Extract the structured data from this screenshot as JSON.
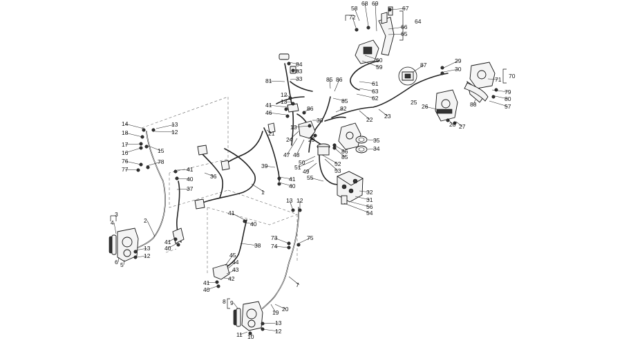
{
  "diagram": {
    "type": "exploded-parts-diagram",
    "callouts": [
      {
        "id": "c58",
        "label": "58"
      },
      {
        "id": "c68",
        "label": "68"
      },
      {
        "id": "c69",
        "label": "69"
      },
      {
        "id": "c67",
        "label": "67"
      },
      {
        "id": "c72",
        "label": "72"
      },
      {
        "id": "c64",
        "label": "64"
      },
      {
        "id": "c66",
        "label": "66"
      },
      {
        "id": "c65",
        "label": "65"
      },
      {
        "id": "c60",
        "label": "60"
      },
      {
        "id": "c59",
        "label": "59"
      },
      {
        "id": "c84",
        "label": "84"
      },
      {
        "id": "c83",
        "label": "83"
      },
      {
        "id": "c33",
        "label": "33"
      },
      {
        "id": "c81",
        "label": "81"
      },
      {
        "id": "c87",
        "label": "87"
      },
      {
        "id": "c29a",
        "label": "29"
      },
      {
        "id": "c30a",
        "label": "30"
      },
      {
        "id": "c70",
        "label": "70"
      },
      {
        "id": "c71",
        "label": "71"
      },
      {
        "id": "c61",
        "label": "61"
      },
      {
        "id": "c63",
        "label": "63"
      },
      {
        "id": "c62",
        "label": "62"
      },
      {
        "id": "c85a",
        "label": "85"
      },
      {
        "id": "c86a",
        "label": "86"
      },
      {
        "id": "c79",
        "label": "79"
      },
      {
        "id": "c80",
        "label": "80"
      },
      {
        "id": "c57",
        "label": "57"
      },
      {
        "id": "c88",
        "label": "88"
      },
      {
        "id": "c12a",
        "label": "12"
      },
      {
        "id": "c13a",
        "label": "13"
      },
      {
        "id": "c85b",
        "label": "85"
      },
      {
        "id": "c25",
        "label": "25"
      },
      {
        "id": "c26",
        "label": "26"
      },
      {
        "id": "c41a",
        "label": "41"
      },
      {
        "id": "c46",
        "label": "46"
      },
      {
        "id": "c86b",
        "label": "86"
      },
      {
        "id": "c82",
        "label": "82"
      },
      {
        "id": "c23",
        "label": "23"
      },
      {
        "id": "c22",
        "label": "22"
      },
      {
        "id": "c30b",
        "label": "30"
      },
      {
        "id": "c28",
        "label": "28"
      },
      {
        "id": "c27",
        "label": "27"
      },
      {
        "id": "c14",
        "label": "14"
      },
      {
        "id": "c13b",
        "label": "13"
      },
      {
        "id": "c12b",
        "label": "12"
      },
      {
        "id": "c13c",
        "label": "13"
      },
      {
        "id": "c21",
        "label": "21"
      },
      {
        "id": "c18",
        "label": "18"
      },
      {
        "id": "c24",
        "label": "24"
      },
      {
        "id": "c29b",
        "label": "29"
      },
      {
        "id": "c35",
        "label": "35"
      },
      {
        "id": "c34",
        "label": "34"
      },
      {
        "id": "c17",
        "label": "17"
      },
      {
        "id": "c16",
        "label": "16"
      },
      {
        "id": "c15",
        "label": "15"
      },
      {
        "id": "c86c",
        "label": "86"
      },
      {
        "id": "c85c",
        "label": "85"
      },
      {
        "id": "c47",
        "label": "47"
      },
      {
        "id": "c48",
        "label": "48"
      },
      {
        "id": "c76",
        "label": "76"
      },
      {
        "id": "c78",
        "label": "78"
      },
      {
        "id": "c77",
        "label": "77"
      },
      {
        "id": "c50",
        "label": "50"
      },
      {
        "id": "c52",
        "label": "52"
      },
      {
        "id": "c51",
        "label": "51"
      },
      {
        "id": "c53",
        "label": "53"
      },
      {
        "id": "c39",
        "label": "39"
      },
      {
        "id": "c49",
        "label": "49"
      },
      {
        "id": "c41b",
        "label": "41"
      },
      {
        "id": "c40a",
        "label": "40"
      },
      {
        "id": "c36",
        "label": "36"
      },
      {
        "id": "c55",
        "label": "55"
      },
      {
        "id": "c41c",
        "label": "41"
      },
      {
        "id": "c40b",
        "label": "40"
      },
      {
        "id": "c37",
        "label": "37"
      },
      {
        "id": "c1",
        "label": "1"
      },
      {
        "id": "c32",
        "label": "32"
      },
      {
        "id": "c31",
        "label": "31"
      },
      {
        "id": "c56",
        "label": "56"
      },
      {
        "id": "c54",
        "label": "54"
      },
      {
        "id": "c13d",
        "label": "13"
      },
      {
        "id": "c12c",
        "label": "12"
      },
      {
        "id": "c3",
        "label": "3"
      },
      {
        "id": "c41d",
        "label": "41"
      },
      {
        "id": "c40c",
        "label": "40"
      },
      {
        "id": "c4",
        "label": "4"
      },
      {
        "id": "c2",
        "label": "2"
      },
      {
        "id": "c73",
        "label": "73"
      },
      {
        "id": "c75",
        "label": "75"
      },
      {
        "id": "c74",
        "label": "74"
      },
      {
        "id": "c41e",
        "label": "41"
      },
      {
        "id": "c40d",
        "label": "40"
      },
      {
        "id": "c38",
        "label": "38"
      },
      {
        "id": "c13e",
        "label": "13"
      },
      {
        "id": "c12d",
        "label": "12"
      },
      {
        "id": "c6",
        "label": "6"
      },
      {
        "id": "c5",
        "label": "5"
      },
      {
        "id": "c45",
        "label": "45"
      },
      {
        "id": "c44",
        "label": "44"
      },
      {
        "id": "c43",
        "label": "43"
      },
      {
        "id": "c42",
        "label": "42"
      },
      {
        "id": "c41f",
        "label": "41"
      },
      {
        "id": "c40e",
        "label": "40"
      },
      {
        "id": "c7",
        "label": "7"
      },
      {
        "id": "c8",
        "label": "8"
      },
      {
        "id": "c9",
        "label": "9"
      },
      {
        "id": "c20",
        "label": "20"
      },
      {
        "id": "c19",
        "label": "19"
      },
      {
        "id": "c13f",
        "label": "13"
      },
      {
        "id": "c12e",
        "label": "12"
      },
      {
        "id": "c11",
        "label": "11"
      },
      {
        "id": "c10",
        "label": "10"
      }
    ]
  }
}
